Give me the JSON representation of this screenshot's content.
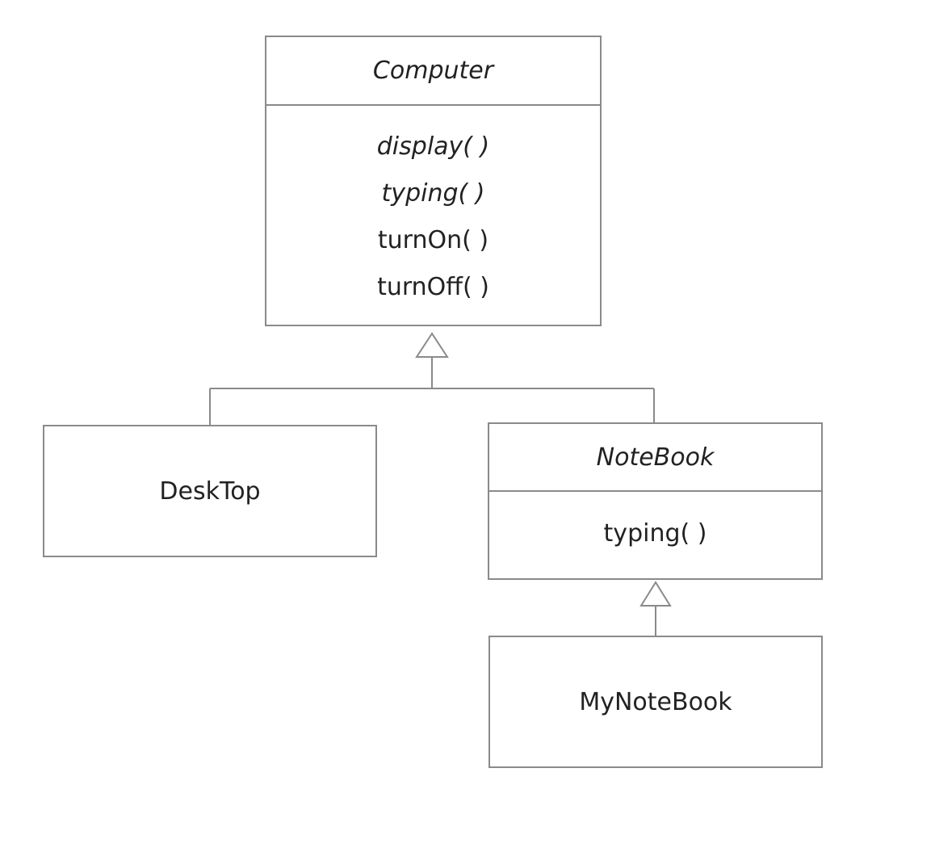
{
  "classes": {
    "computer": {
      "name": "Computer",
      "operations": [
        "display( )",
        "typing( )",
        "turnOn( )",
        "turnOff( )"
      ]
    },
    "desktop": {
      "name": "DeskTop"
    },
    "notebook": {
      "name": "NoteBook",
      "operations": [
        "typing( )"
      ]
    },
    "mynotebook": {
      "name": "MyNoteBook"
    }
  },
  "colors": {
    "line": "#8a8a8a",
    "text": "#222222"
  }
}
